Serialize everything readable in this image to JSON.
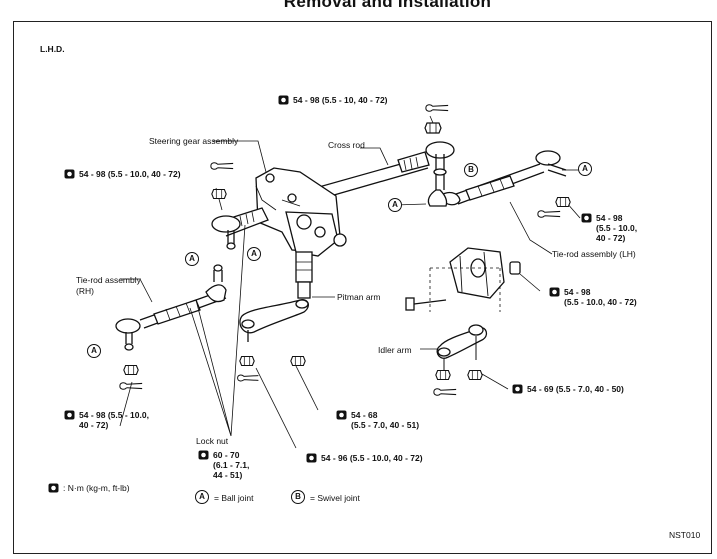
{
  "header": {
    "title": "Removal and Installation"
  },
  "diagram": {
    "orientation_label": "L.H.D.",
    "parts": {
      "steering_gear": "Steering gear assembly",
      "cross_rod": "Cross rod",
      "tie_rod_lh": "Tie-rod assembly (LH)",
      "tie_rod_rh_line1": "Tie-rod assembly",
      "tie_rod_rh_line2": "(RH)",
      "pitman_arm": "Pitman arm",
      "idler_arm": "Idler arm",
      "lock_nut": "Lock nut"
    },
    "torques": {
      "top_center": [
        "54 - 98 (5.5 - 10, 40 - 72)"
      ],
      "upper_left": [
        "54 - 98 (5.5 - 10.0, 40 - 72)"
      ],
      "right_tie_end": [
        "54 - 98",
        "(5.5 - 10.0,",
        "40 - 72)"
      ],
      "idler_bracket": [
        "54 - 98",
        "(5.5 - 10.0, 40 - 72)"
      ],
      "idler_arm": [
        "54 - 69 (5.5 - 7.0, 40 - 50)"
      ],
      "lower_left": [
        "54 - 98 (5.5 - 10.0,",
        "40 - 72)"
      ],
      "pitman": [
        "54 - 68",
        "(5.5 - 7.0, 40 - 51)"
      ],
      "lock_nut": [
        "60 - 70",
        "(6.1 - 7.1,",
        "44 - 51)"
      ],
      "bottom_center": [
        "54 - 96 (5.5 - 10.0, 40 - 72)"
      ]
    },
    "joint_letters": {
      "ball": "A",
      "swivel": "B"
    }
  },
  "legend": {
    "unit": ": N·m (kg-m, ft-lb)",
    "ball_joint": "= Ball joint",
    "swivel_joint": "= Swivel joint"
  },
  "figure_id": "NST010"
}
